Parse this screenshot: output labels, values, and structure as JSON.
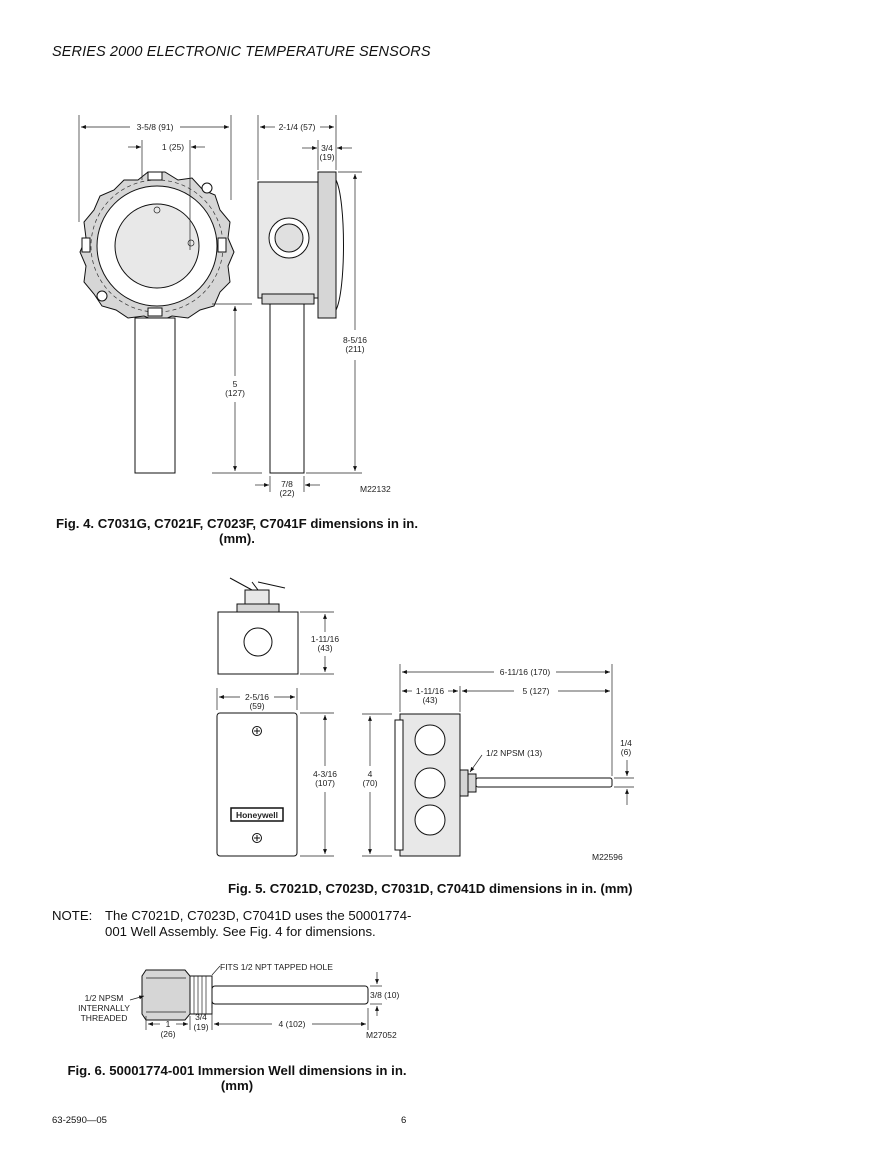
{
  "header": {
    "title": "SERIES 2000 ELECTRONIC TEMPERATURE SENSORS"
  },
  "fig4": {
    "caption_line1": "Fig. 4. C7031G, C7021F, C7023F, C7041F dimensions in in.",
    "caption_line2": "(mm).",
    "dims": {
      "width_overall": "3-5/8 (91)",
      "width_top": "1 (25)",
      "depth": "2-1/4 (57)",
      "cover_a": "3/4",
      "cover_b": "(19)",
      "height_a": "8-5/16",
      "height_b": "(211)",
      "probe_len_a": "5",
      "probe_len_b": "(127)",
      "probe_dia_a": "7/8",
      "probe_dia_b": "(22)"
    },
    "code": "M22132"
  },
  "fig5": {
    "caption": "Fig. 5. C7021D, C7023D, C7031D, C7041D dimensions in in. (mm)",
    "dims": {
      "box_h_a": "1-11/16",
      "box_h_b": "(43)",
      "cover_w_a": "2-5/16",
      "cover_w_b": "(59)",
      "cover_h_a": "4-3/16",
      "cover_h_b": "(107)",
      "side_h_a": "4",
      "side_h_b": "(70)",
      "overall_len": "6-11/16 (170)",
      "box_d_a": "1-11/16",
      "box_d_b": "(43)",
      "probe_len": "5 (127)",
      "npsm": "1/2 NPSM (13)",
      "probe_dia_a": "1/4",
      "probe_dia_b": "(6)"
    },
    "brand": "Honeywell",
    "code": "M22596"
  },
  "note": {
    "label": "NOTE:",
    "text_line1": "The C7021D, C7023D, C7041D uses the 50001774-",
    "text_line2": "001 Well Assembly. See Fig. 4 for dimensions."
  },
  "fig6": {
    "caption_line1": "Fig. 6. 50001774-001 Immersion Well dimensions in in.",
    "caption_line2": "(mm)",
    "dims": {
      "fits": "FITS 1/2 NPT TAPPED HOLE",
      "npsm_1": "1/2 NPSM",
      "npsm_2": "INTERNALLY",
      "npsm_3": "THREADED",
      "hex_a": "1",
      "hex_b": "(26)",
      "thread_a": "3/4",
      "thread_b": "(19)",
      "length": "4 (102)",
      "dia": "3/8 (10)"
    },
    "code": "M27052"
  },
  "footer": {
    "doc_number": "63-2590—05",
    "page_number": "6"
  }
}
